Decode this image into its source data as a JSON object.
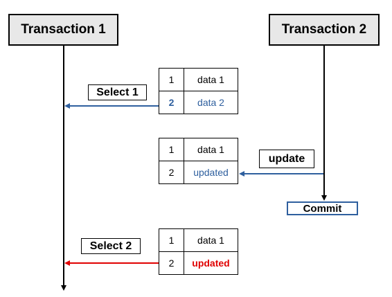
{
  "transactions": {
    "t1_label": "Transaction 1",
    "t2_label": "Transaction 2"
  },
  "labels": {
    "select1": "Select 1",
    "select2": "Select 2",
    "update": "update",
    "commit": "Commit"
  },
  "tables": {
    "first": [
      {
        "id": "1",
        "value": "data 1"
      },
      {
        "id": "2",
        "value": "data 2"
      }
    ],
    "second": [
      {
        "id": "1",
        "value": "data 1"
      },
      {
        "id": "2",
        "value": "updated"
      }
    ],
    "third": [
      {
        "id": "1",
        "value": "data 1"
      },
      {
        "id": "2",
        "value": "updated"
      }
    ]
  },
  "colors": {
    "blue_arrow": "#2e5f9e",
    "red_arrow": "#e00000",
    "timeline": "#000000"
  }
}
